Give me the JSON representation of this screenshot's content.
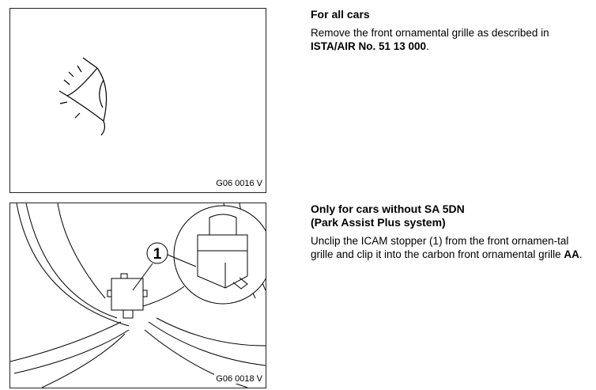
{
  "sections": [
    {
      "figure_label": "G06 0016 V",
      "heading": "For all cars",
      "body_pre": "Remove the front ornamental grille as described in ",
      "body_bold": "ISTA/AIR No. 51 13 000",
      "body_post": "."
    },
    {
      "figure_label": "G06 0018 V",
      "heading_line1": "Only for cars without SA 5DN",
      "heading_line2": "(Park Assist Plus system)",
      "body_pre": "Unclip the ICAM stopper (1) from the front ornamen-tal grille and clip it into the carbon front ornamental grille ",
      "body_bold": "AA",
      "body_post": ".",
      "callout": "1"
    }
  ]
}
